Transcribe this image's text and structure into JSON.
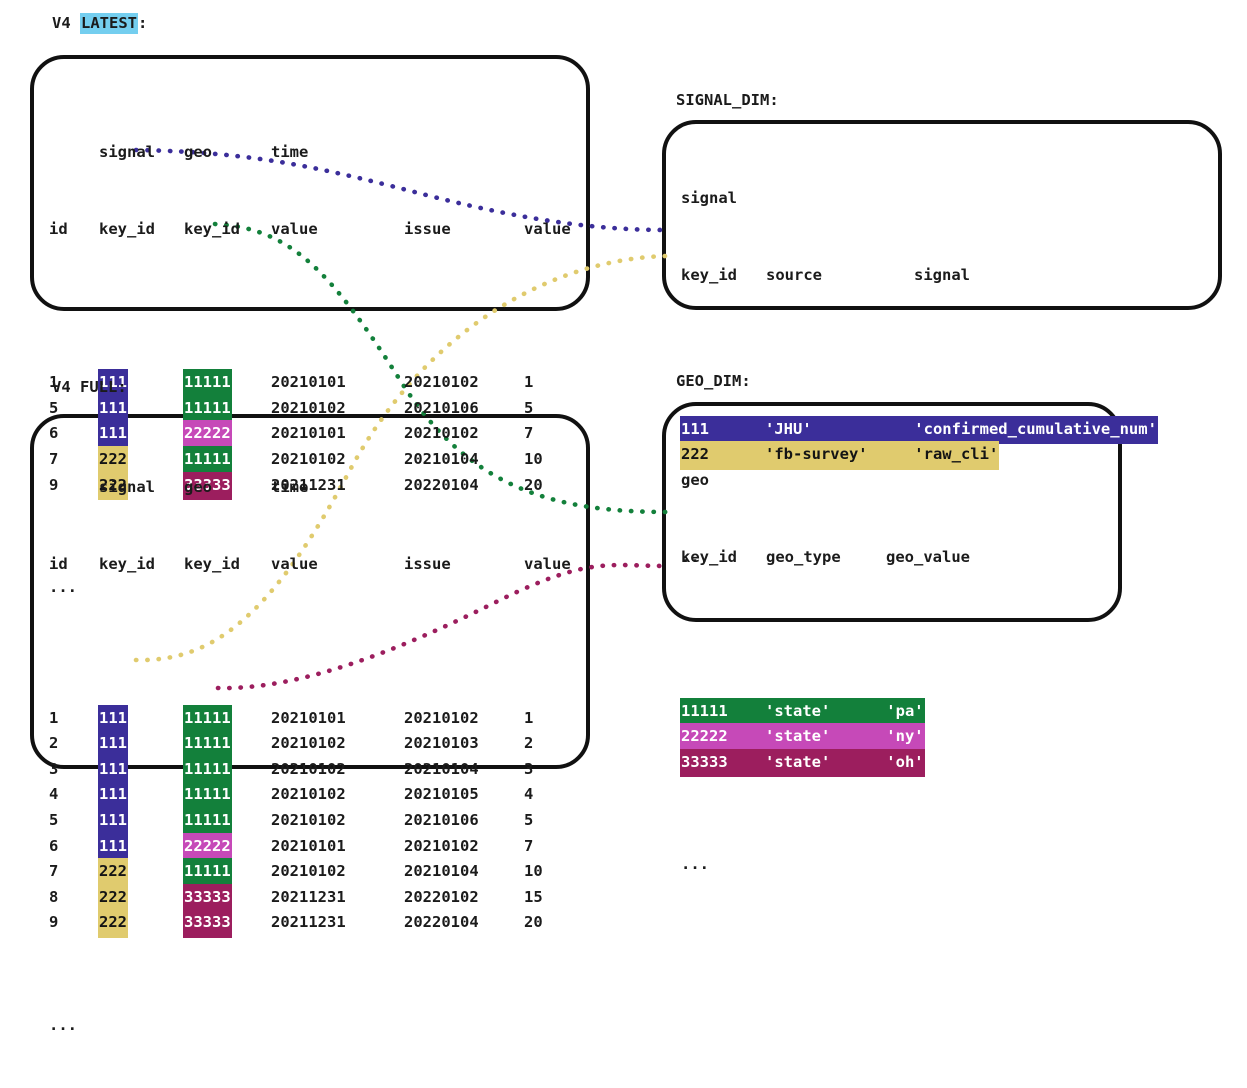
{
  "captions": {
    "latest_prefix": "V4 ",
    "latest_highlight": "LATEST",
    "latest_suffix": ":",
    "full": "V4 FULL:",
    "signal_dim": "SIGNAL_DIM:",
    "geo_dim": "GEO_DIM:"
  },
  "colors": {
    "signal_111": "#3b2e9a",
    "signal_222": "#e0cb6e",
    "geo_11111": "#13803b",
    "geo_22222": "#c649b8",
    "geo_33333": "#9c1e5e",
    "highlight_cyan": "#74ceef",
    "outline": "#111111",
    "text": "#1b1b1b"
  },
  "fact_header": {
    "line1": [
      "",
      "signal",
      "geo",
      "time",
      "",
      ""
    ],
    "line2": [
      "id",
      "key_id",
      "key_id",
      "value",
      "issue",
      "value"
    ]
  },
  "latest_table": {
    "title": "V4 LATEST",
    "ellipsis": "...",
    "rows": [
      {
        "id": "1",
        "signal_key_id": "111",
        "geo_key_id": "11111",
        "time_value": "20210101",
        "issue": "20210102",
        "value": "1"
      },
      {
        "id": "5",
        "signal_key_id": "111",
        "geo_key_id": "11111",
        "time_value": "20210102",
        "issue": "20210106",
        "value": "5"
      },
      {
        "id": "6",
        "signal_key_id": "111",
        "geo_key_id": "22222",
        "time_value": "20210101",
        "issue": "20210102",
        "value": "7"
      },
      {
        "id": "7",
        "signal_key_id": "222",
        "geo_key_id": "11111",
        "time_value": "20210102",
        "issue": "20210104",
        "value": "10"
      },
      {
        "id": "9",
        "signal_key_id": "222",
        "geo_key_id": "33333",
        "time_value": "20211231",
        "issue": "20220104",
        "value": "20"
      }
    ]
  },
  "full_table": {
    "title": "V4 FULL",
    "ellipsis": "...",
    "rows": [
      {
        "id": "1",
        "signal_key_id": "111",
        "geo_key_id": "11111",
        "time_value": "20210101",
        "issue": "20210102",
        "value": "1"
      },
      {
        "id": "2",
        "signal_key_id": "111",
        "geo_key_id": "11111",
        "time_value": "20210102",
        "issue": "20210103",
        "value": "2"
      },
      {
        "id": "3",
        "signal_key_id": "111",
        "geo_key_id": "11111",
        "time_value": "20210102",
        "issue": "20210104",
        "value": "3"
      },
      {
        "id": "4",
        "signal_key_id": "111",
        "geo_key_id": "11111",
        "time_value": "20210102",
        "issue": "20210105",
        "value": "4"
      },
      {
        "id": "5",
        "signal_key_id": "111",
        "geo_key_id": "11111",
        "time_value": "20210102",
        "issue": "20210106",
        "value": "5"
      },
      {
        "id": "6",
        "signal_key_id": "111",
        "geo_key_id": "22222",
        "time_value": "20210101",
        "issue": "20210102",
        "value": "7"
      },
      {
        "id": "7",
        "signal_key_id": "222",
        "geo_key_id": "11111",
        "time_value": "20210102",
        "issue": "20210104",
        "value": "10"
      },
      {
        "id": "8",
        "signal_key_id": "222",
        "geo_key_id": "33333",
        "time_value": "20211231",
        "issue": "20220102",
        "value": "15"
      },
      {
        "id": "9",
        "signal_key_id": "222",
        "geo_key_id": "33333",
        "time_value": "20211231",
        "issue": "20220104",
        "value": "20"
      }
    ]
  },
  "signal_dim": {
    "title": "SIGNAL_DIM",
    "ellipsis": "...",
    "header": {
      "line1": "signal",
      "line2_key": "key_id",
      "line2_source": "source",
      "line2_signal": "signal"
    },
    "rows": [
      {
        "key_id": "111",
        "source": "'JHU'",
        "signal": "'confirmed_cumulative_num'"
      },
      {
        "key_id": "222",
        "source": "'fb-survey'",
        "signal": "'raw_cli'"
      }
    ]
  },
  "geo_dim": {
    "title": "GEO_DIM",
    "ellipsis": "...",
    "header": {
      "line1": "geo",
      "line2_key": "key_id",
      "line2_type": "geo_type",
      "line2_value": "geo_value"
    },
    "rows": [
      {
        "key_id": "11111",
        "geo_type": "'state'",
        "geo_value": "'pa'"
      },
      {
        "key_id": "22222",
        "geo_type": "'state'",
        "geo_value": "'ny'"
      },
      {
        "key_id": "33333",
        "geo_type": "'state'",
        "geo_value": "'oh'"
      }
    ]
  },
  "connectors": [
    {
      "name": "latest-signal-111-to-signal-dim-111",
      "color": "#3b2e9a"
    },
    {
      "name": "latest-geo-11111-to-geo-dim-11111",
      "color": "#13803b"
    },
    {
      "name": "latest-signal-222-to-signal-dim-222",
      "color": "#e0cb6e"
    },
    {
      "name": "full-geo-33333-to-geo-dim-33333",
      "color": "#9c1e5e"
    }
  ]
}
